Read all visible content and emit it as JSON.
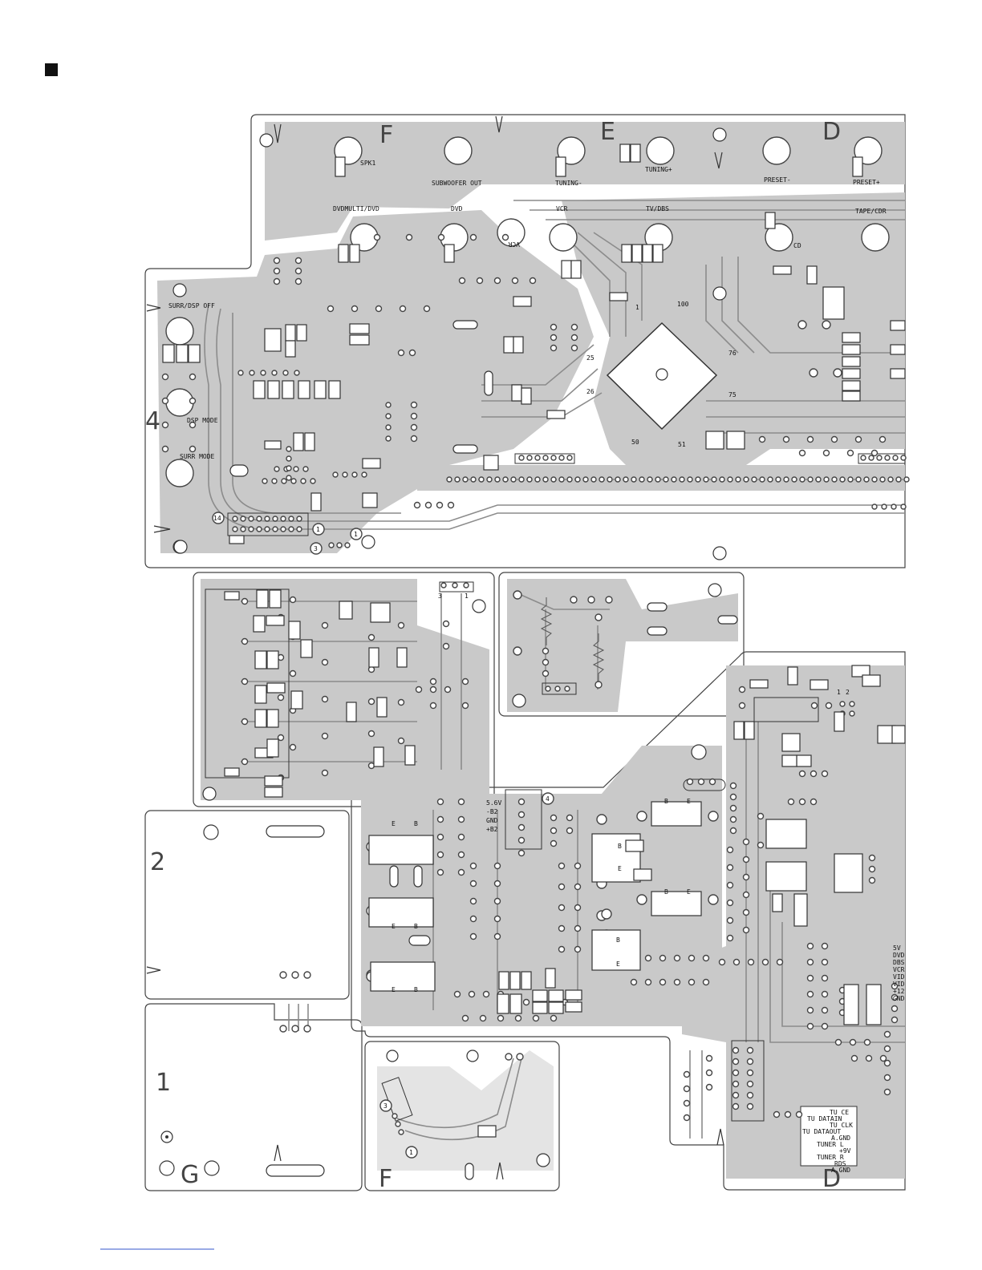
{
  "page": {
    "corner_marker": "square-marker"
  },
  "board": {
    "zone_letters": [
      {
        "id": "F",
        "text": "F"
      },
      {
        "id": "E",
        "text": "E"
      },
      {
        "id": "D",
        "text": "D"
      },
      {
        "id": "G",
        "text": "G"
      },
      {
        "id": "F2",
        "text": "F"
      },
      {
        "id": "D2",
        "text": "D"
      }
    ],
    "zone_numbers": [
      {
        "id": "4",
        "text": "4"
      },
      {
        "id": "2",
        "text": "2"
      },
      {
        "id": "1",
        "text": "1"
      }
    ],
    "switch_labels": [
      {
        "id": "spk1",
        "text": "SPK1"
      },
      {
        "id": "subwoofer",
        "text": "SUBWOOFER OUT"
      },
      {
        "id": "tuning_minus",
        "text": "TUNING-"
      },
      {
        "id": "tuning_plus",
        "text": "TUNING+"
      },
      {
        "id": "preset_minus",
        "text": "PRESET-"
      },
      {
        "id": "preset_plus",
        "text": "PRESET+"
      },
      {
        "id": "dvdmulti",
        "text": "DVDMULTI/DVD"
      },
      {
        "id": "dvd",
        "text": "DVD"
      },
      {
        "id": "vcr",
        "text": "VCR"
      },
      {
        "id": "vcr_mirror",
        "text": "VCR"
      },
      {
        "id": "tvdbs",
        "text": "TV/DBS"
      },
      {
        "id": "tapecdr",
        "text": "TAPE/CDR"
      },
      {
        "id": "cd",
        "text": "CD"
      },
      {
        "id": "surr_dsp_off",
        "text": "SURR/DSP OFF"
      },
      {
        "id": "dsp_mode",
        "text": "DSP MODE"
      },
      {
        "id": "surr_mode",
        "text": "SURR MODE"
      }
    ],
    "ic_pin_labels": [
      {
        "id": "p1",
        "text": "1"
      },
      {
        "id": "p100",
        "text": "100"
      },
      {
        "id": "p25",
        "text": "25"
      },
      {
        "id": "p26",
        "text": "26"
      },
      {
        "id": "p76",
        "text": "76"
      },
      {
        "id": "p75",
        "text": "75"
      },
      {
        "id": "p50",
        "text": "50"
      },
      {
        "id": "p51",
        "text": "51"
      }
    ],
    "connector_numbers": [
      {
        "id": "c14",
        "text": "14"
      },
      {
        "id": "c1a",
        "text": "1"
      },
      {
        "id": "c1b",
        "text": "1"
      },
      {
        "id": "c3a",
        "text": "3"
      },
      {
        "id": "c3b",
        "text": "3"
      },
      {
        "id": "c1c",
        "text": "1"
      },
      {
        "id": "c4",
        "text": "4"
      },
      {
        "id": "c1d",
        "text": "1"
      },
      {
        "id": "c2",
        "text": "2"
      },
      {
        "id": "c3c",
        "text": "3"
      },
      {
        "id": "c1e",
        "text": "1"
      }
    ],
    "transistor_labels": [
      "E",
      "B",
      "E",
      "B",
      "E",
      "B",
      "B",
      "E",
      "B",
      "E",
      "B",
      "E",
      "B",
      "E"
    ],
    "power_labels": [
      "5.6V",
      "-B2",
      "GND",
      "+B2"
    ],
    "tuner_connector_labels": [
      "TU CE",
      "TU DATAIN",
      "TU CLK",
      "TU DATAOUT",
      "A.GND",
      "TUNER L",
      "+9V",
      "TUNER R",
      "RDS",
      "A.GND"
    ],
    "right_edge_labels": [
      "5V",
      "DVD",
      "DBS",
      "VCR",
      "VID",
      "VID",
      "+12",
      "GND"
    ]
  },
  "footer": {
    "link_text": ""
  }
}
